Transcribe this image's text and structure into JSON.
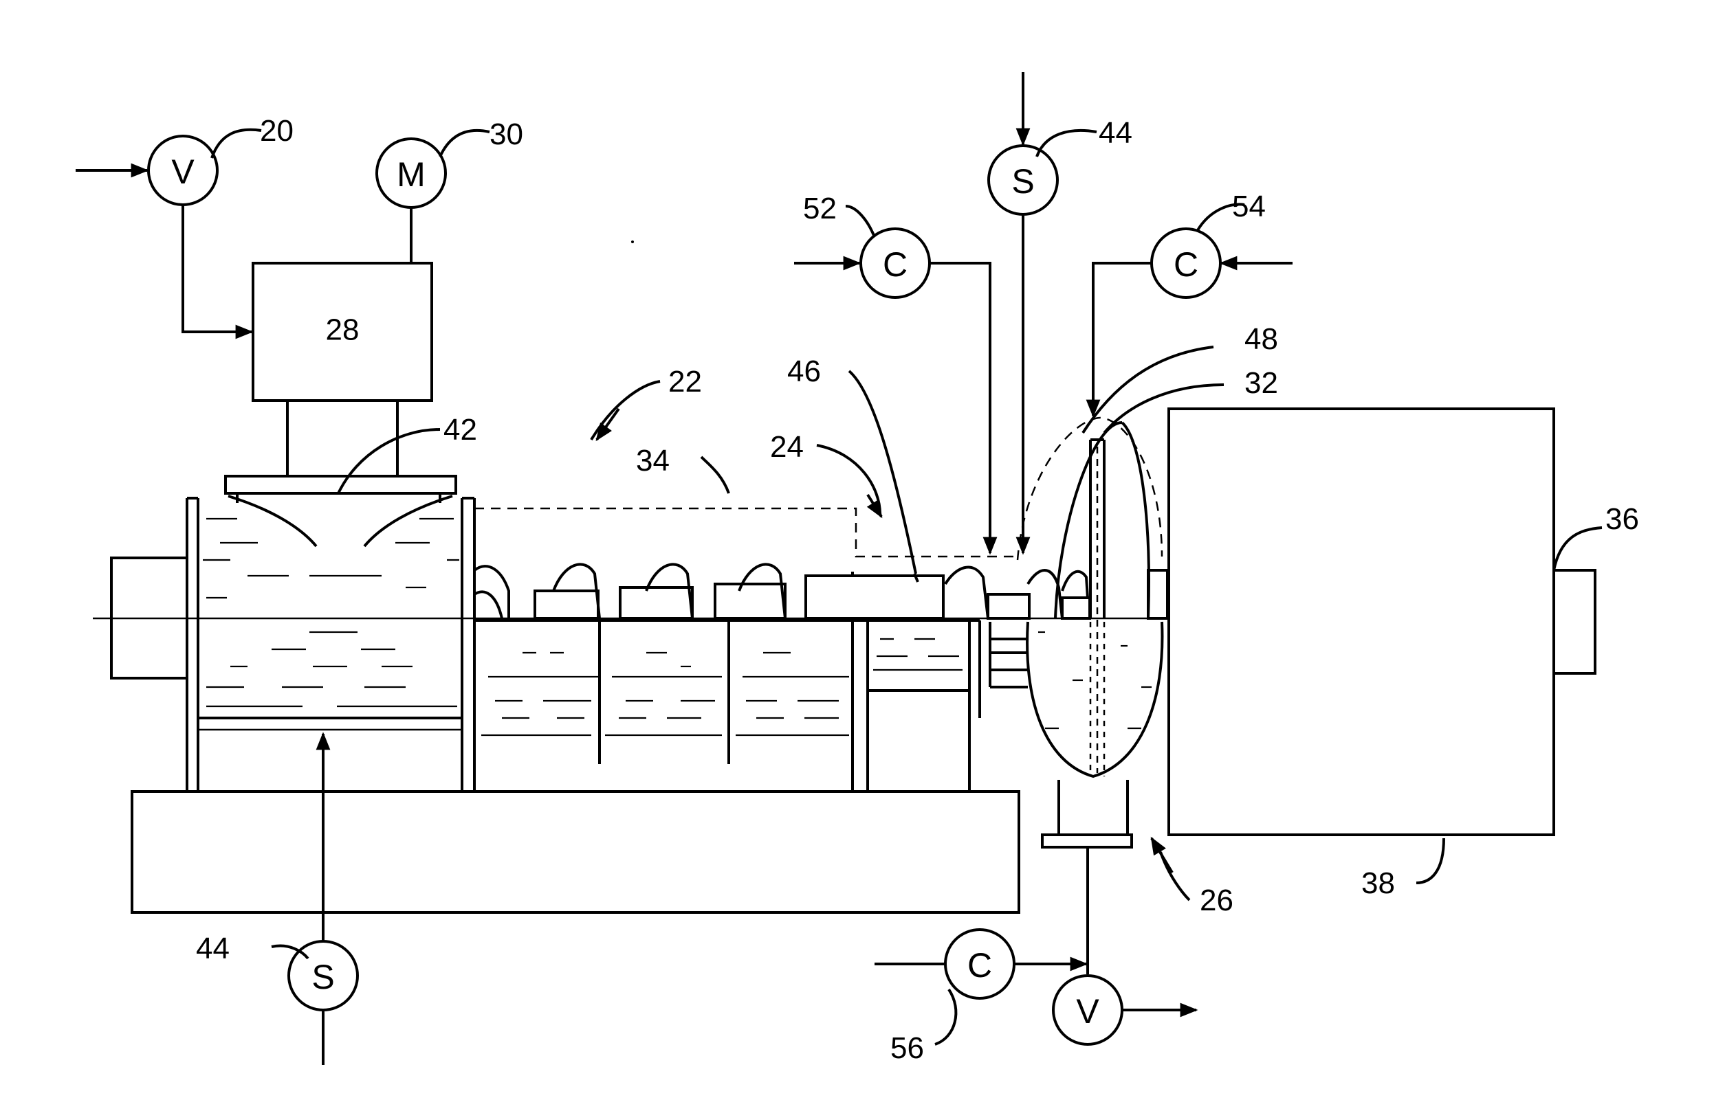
{
  "figure": {
    "reference_labels": {
      "r20": "20",
      "r22": "22",
      "r24": "24",
      "r26": "26",
      "r28": "28",
      "r30": "30",
      "r32": "32",
      "r34": "34",
      "r36": "36",
      "r38": "38",
      "r42": "42",
      "r44_top": "44",
      "r44_bottom": "44",
      "r46": "46",
      "r48": "48",
      "r52": "52",
      "r54": "54",
      "r56": "56"
    },
    "instruments": {
      "valve_inlet": "V",
      "motor": "M",
      "sensor_top": "S",
      "controller_52": "C",
      "controller_54": "C",
      "sensor_bottom": "S",
      "controller_56": "C",
      "valve_outlet": "V"
    },
    "box_28_label": "28"
  }
}
